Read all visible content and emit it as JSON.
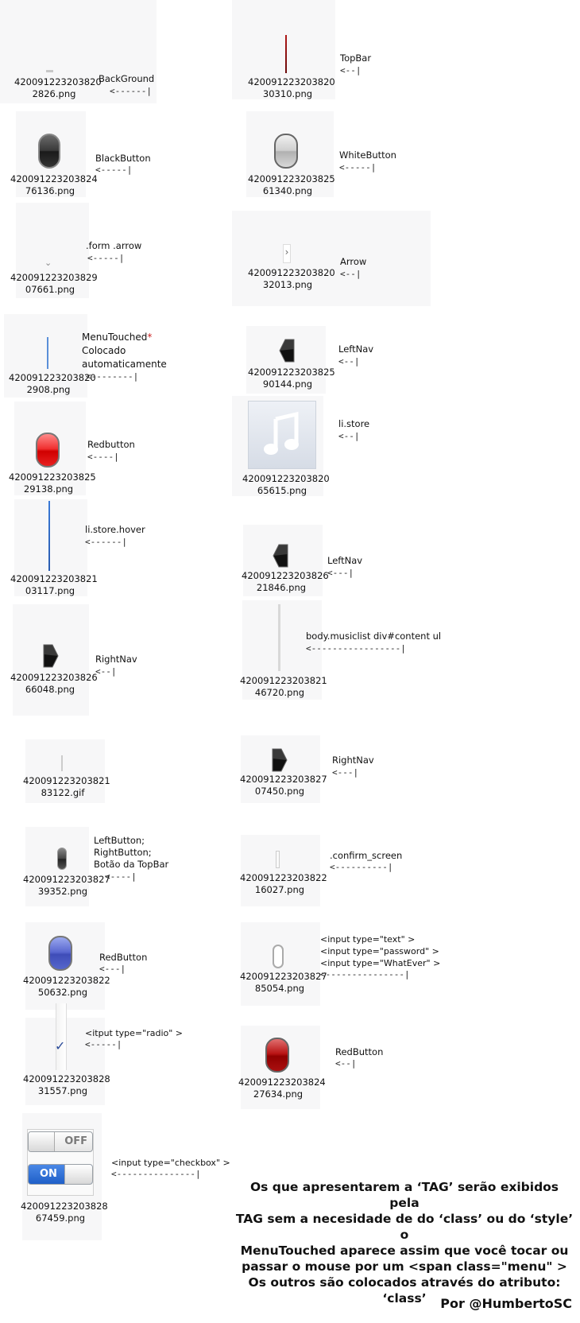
{
  "items": [
    {
      "file": [
        "420091223203820",
        "2826.png"
      ],
      "label": [
        "BackGround"
      ],
      "arrow": "<------|",
      "icon": "background-thumb-icon"
    },
    {
      "file": [
        "420091223203820",
        "30310.png"
      ],
      "label": [
        "TopBar"
      ],
      "arrow": "<--|",
      "icon": "topbar-line-icon"
    },
    {
      "file": [
        "420091223203824",
        "76136.png"
      ],
      "label": [
        "BlackButton"
      ],
      "arrow": "<-----|",
      "icon": "black-button-icon"
    },
    {
      "file": [
        "420091223203825",
        "61340.png"
      ],
      "label": [
        "WhiteButton"
      ],
      "arrow": "<-----|",
      "icon": "white-button-icon"
    },
    {
      "file": [
        "420091223203829",
        "07661.png"
      ],
      "label": [
        ".form .arrow"
      ],
      "arrow": "<-----|",
      "icon": "chevron-down-icon"
    },
    {
      "file": [
        "420091223203820",
        "32013.png"
      ],
      "label": [
        "Arrow"
      ],
      "arrow": "<--|",
      "icon": "chevron-right-icon"
    },
    {
      "file": [
        "420091223203820",
        "2908.png"
      ],
      "label": [
        "MenuTouched",
        "Colocado",
        "automaticamente"
      ],
      "asterisk": "*",
      "arrow": "<--------|",
      "icon": "menu-touched-line-icon"
    },
    {
      "file": [
        "420091223203825",
        "90144.png"
      ],
      "label": [
        "LeftNav"
      ],
      "arrow": "<--|",
      "icon": "left-nav-icon"
    },
    {
      "file": [
        "420091223203825",
        "29138.png"
      ],
      "label": [
        "Redbutton"
      ],
      "arrow": "<----|",
      "icon": "red-button-icon"
    },
    {
      "file": [
        "420091223203820",
        "65615.png"
      ],
      "label": [
        "li.store"
      ],
      "arrow": "<--|",
      "icon": "music-note-icon"
    },
    {
      "file": [
        "420091223203821",
        "03117.png"
      ],
      "label": [
        "li.store.hover"
      ],
      "arrow": "<------|",
      "icon": "store-hover-line-icon"
    },
    {
      "file": [
        "420091223203826",
        "21846.png"
      ],
      "label": [
        "LeftNav"
      ],
      "arrow": "<---|",
      "icon": "left-nav-icon"
    },
    {
      "file": [
        "420091223203826",
        "66048.png"
      ],
      "label": [
        "RightNav"
      ],
      "arrow": "<--|",
      "icon": "right-nav-icon"
    },
    {
      "file": [
        "420091223203821",
        "46720.png"
      ],
      "label": [
        "body.musiclist div#content ul"
      ],
      "arrow": "<-----------------|",
      "icon": "content-line-icon"
    },
    {
      "file": [
        "420091223203821",
        "83122.gif"
      ],
      "label": [],
      "arrow": "",
      "icon": "small-line-icon"
    },
    {
      "file": [
        "420091223203827",
        "07450.png"
      ],
      "label": [
        "RightNav"
      ],
      "arrow": "<---|",
      "icon": "right-nav-icon"
    },
    {
      "file": [
        "420091223203827",
        "39352.png"
      ],
      "label": [
        "LeftButton;",
        "RightButton;",
        "Botão da TopBar"
      ],
      "arrow": "<----|",
      "icon": "small-dark-button-icon"
    },
    {
      "file": [
        "420091223203822",
        "16027.png"
      ],
      "label": [
        ".confirm_screen"
      ],
      "arrow": "<----------|",
      "icon": "confirm-screen-icon"
    },
    {
      "file": [
        "420091223203822",
        "50632.png"
      ],
      "label": [
        "RedButton"
      ],
      "arrow": "<---|",
      "icon": "blue-button-icon"
    },
    {
      "file": [
        "420091223203827",
        "85054.png"
      ],
      "label": [
        "<input type=\"text\" >",
        "<input type=\"password\" >",
        "<input type=\"WhatEver\" >"
      ],
      "arrow": "<---------------|",
      "icon": "input-field-icon"
    },
    {
      "file": [
        "420091223203828",
        "31557.png"
      ],
      "label": [
        "<itput type=\"radio\" >"
      ],
      "arrow": "<-----|",
      "icon": "checkmark-icon"
    },
    {
      "file": [
        "420091223203824",
        "27634.png"
      ],
      "label": [
        "RedButton"
      ],
      "arrow": "<--|",
      "icon": "dark-red-button-icon"
    },
    {
      "file": [
        "420091223203828",
        "67459.png"
      ],
      "label": [
        "<input type=\"checkbox\" >"
      ],
      "arrow": "<---------------|",
      "icon": "toggle-switch-icon"
    }
  ],
  "toggle": {
    "off": "OFF",
    "on": "ON"
  },
  "note": [
    "Os que apresentarem a ‘TAG’ serão exibidos pela",
    "TAG sem a necesidade de do ‘class’ ou do ‘style’ o",
    "MenuTouched aparece assim que você tocar ou",
    "passar o mouse por um <span class=\"menu\" >",
    "Os outros são colocados através do atributo: ‘class’"
  ],
  "signature": "Por @HumbertoSC",
  "colors": {
    "asterisk": "#cc2222",
    "red_button": "#e02020",
    "blue_button": "#5566cc",
    "toggle_on": "#2f6fd6"
  }
}
